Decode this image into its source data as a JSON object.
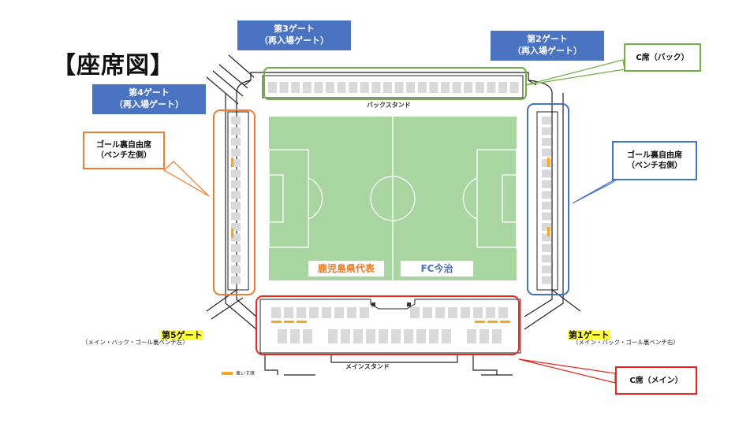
{
  "title": "【座席図】",
  "gates": {
    "gate3": {
      "line1": "第3ゲート",
      "line2": "（再入場ゲート）"
    },
    "gate2": {
      "line1": "第2ゲート",
      "line2": "（再入場ゲート）"
    },
    "gate4": {
      "line1": "第4ゲート",
      "line2": "（再入場ゲート）"
    },
    "gate5": {
      "label": "第5ゲート",
      "note": "（メイン・バック・ゴール裏ベンチ左）"
    },
    "gate1": {
      "label": "第1ゲート",
      "note": "（メイン・バック・ゴール裏ベンチ右）"
    }
  },
  "callouts": {
    "c_back": {
      "label": "C席（バック）"
    },
    "goal_left": {
      "line1": "ゴール裏自由席",
      "line2": "（ベンチ左側）"
    },
    "goal_right": {
      "line1": "ゴール裏自由席",
      "line2": "（ベンチ右側）"
    },
    "c_main": {
      "label": "C席（メイン）"
    }
  },
  "stands": {
    "back": "バックスタンド",
    "main": "メインスタンド"
  },
  "teams": {
    "left": {
      "name": "鹿児島県代表",
      "color": "#e87722"
    },
    "right": {
      "name": "FC今治",
      "color": "#4a73c2"
    }
  },
  "legend": {
    "label": "車いす席",
    "color": "#f5a623"
  },
  "colors": {
    "pitch": "#a8d5a0",
    "green_outline": "#70ad47",
    "orange_outline": "#ed7d31",
    "blue_outline": "#4472c4",
    "red_outline": "#e8261f",
    "gate_box": "#4a73c2"
  }
}
